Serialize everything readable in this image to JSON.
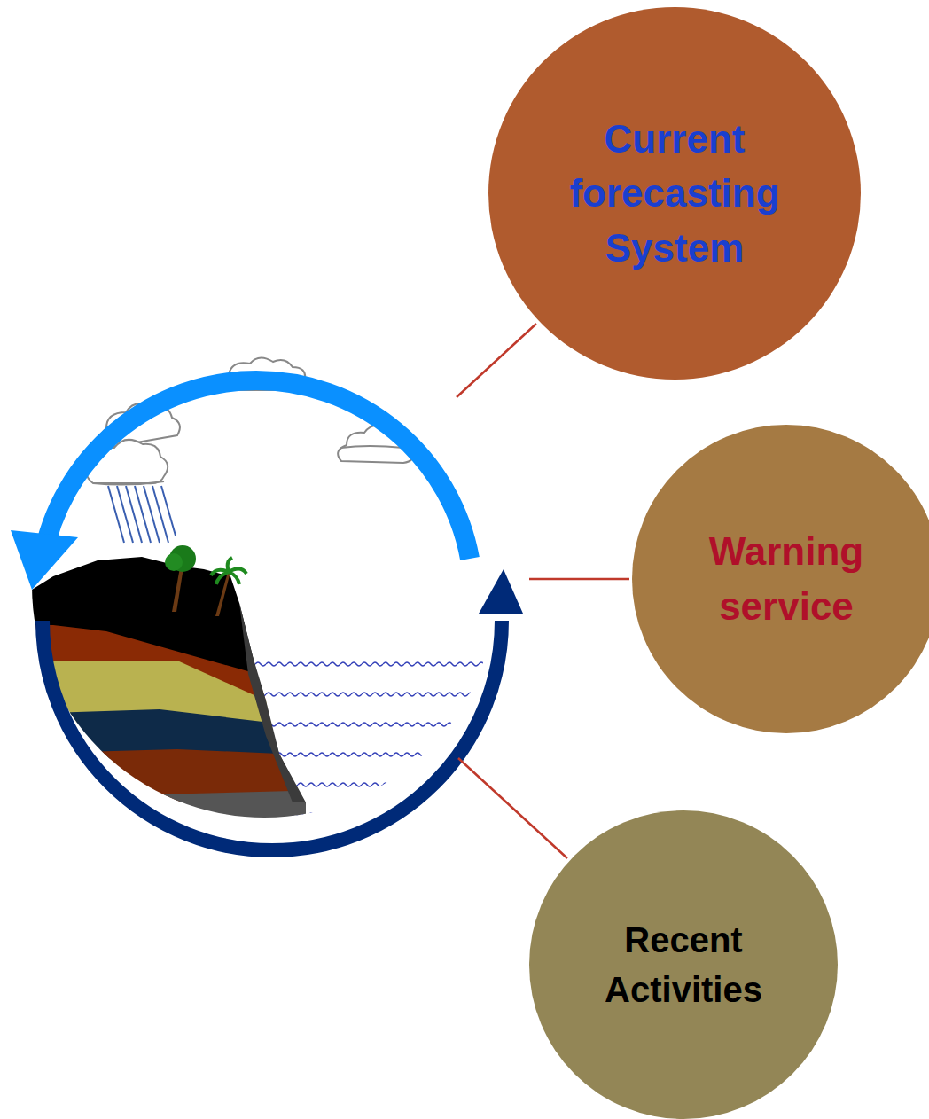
{
  "diagram": {
    "nodes": [
      {
        "text": [
          "Current forecasting System"
        ]
      },
      {
        "text": [
          "Warning service"
        ]
      },
      {
        "text": [
          "Recent Activities"
        ]
      }
    ]
  }
}
